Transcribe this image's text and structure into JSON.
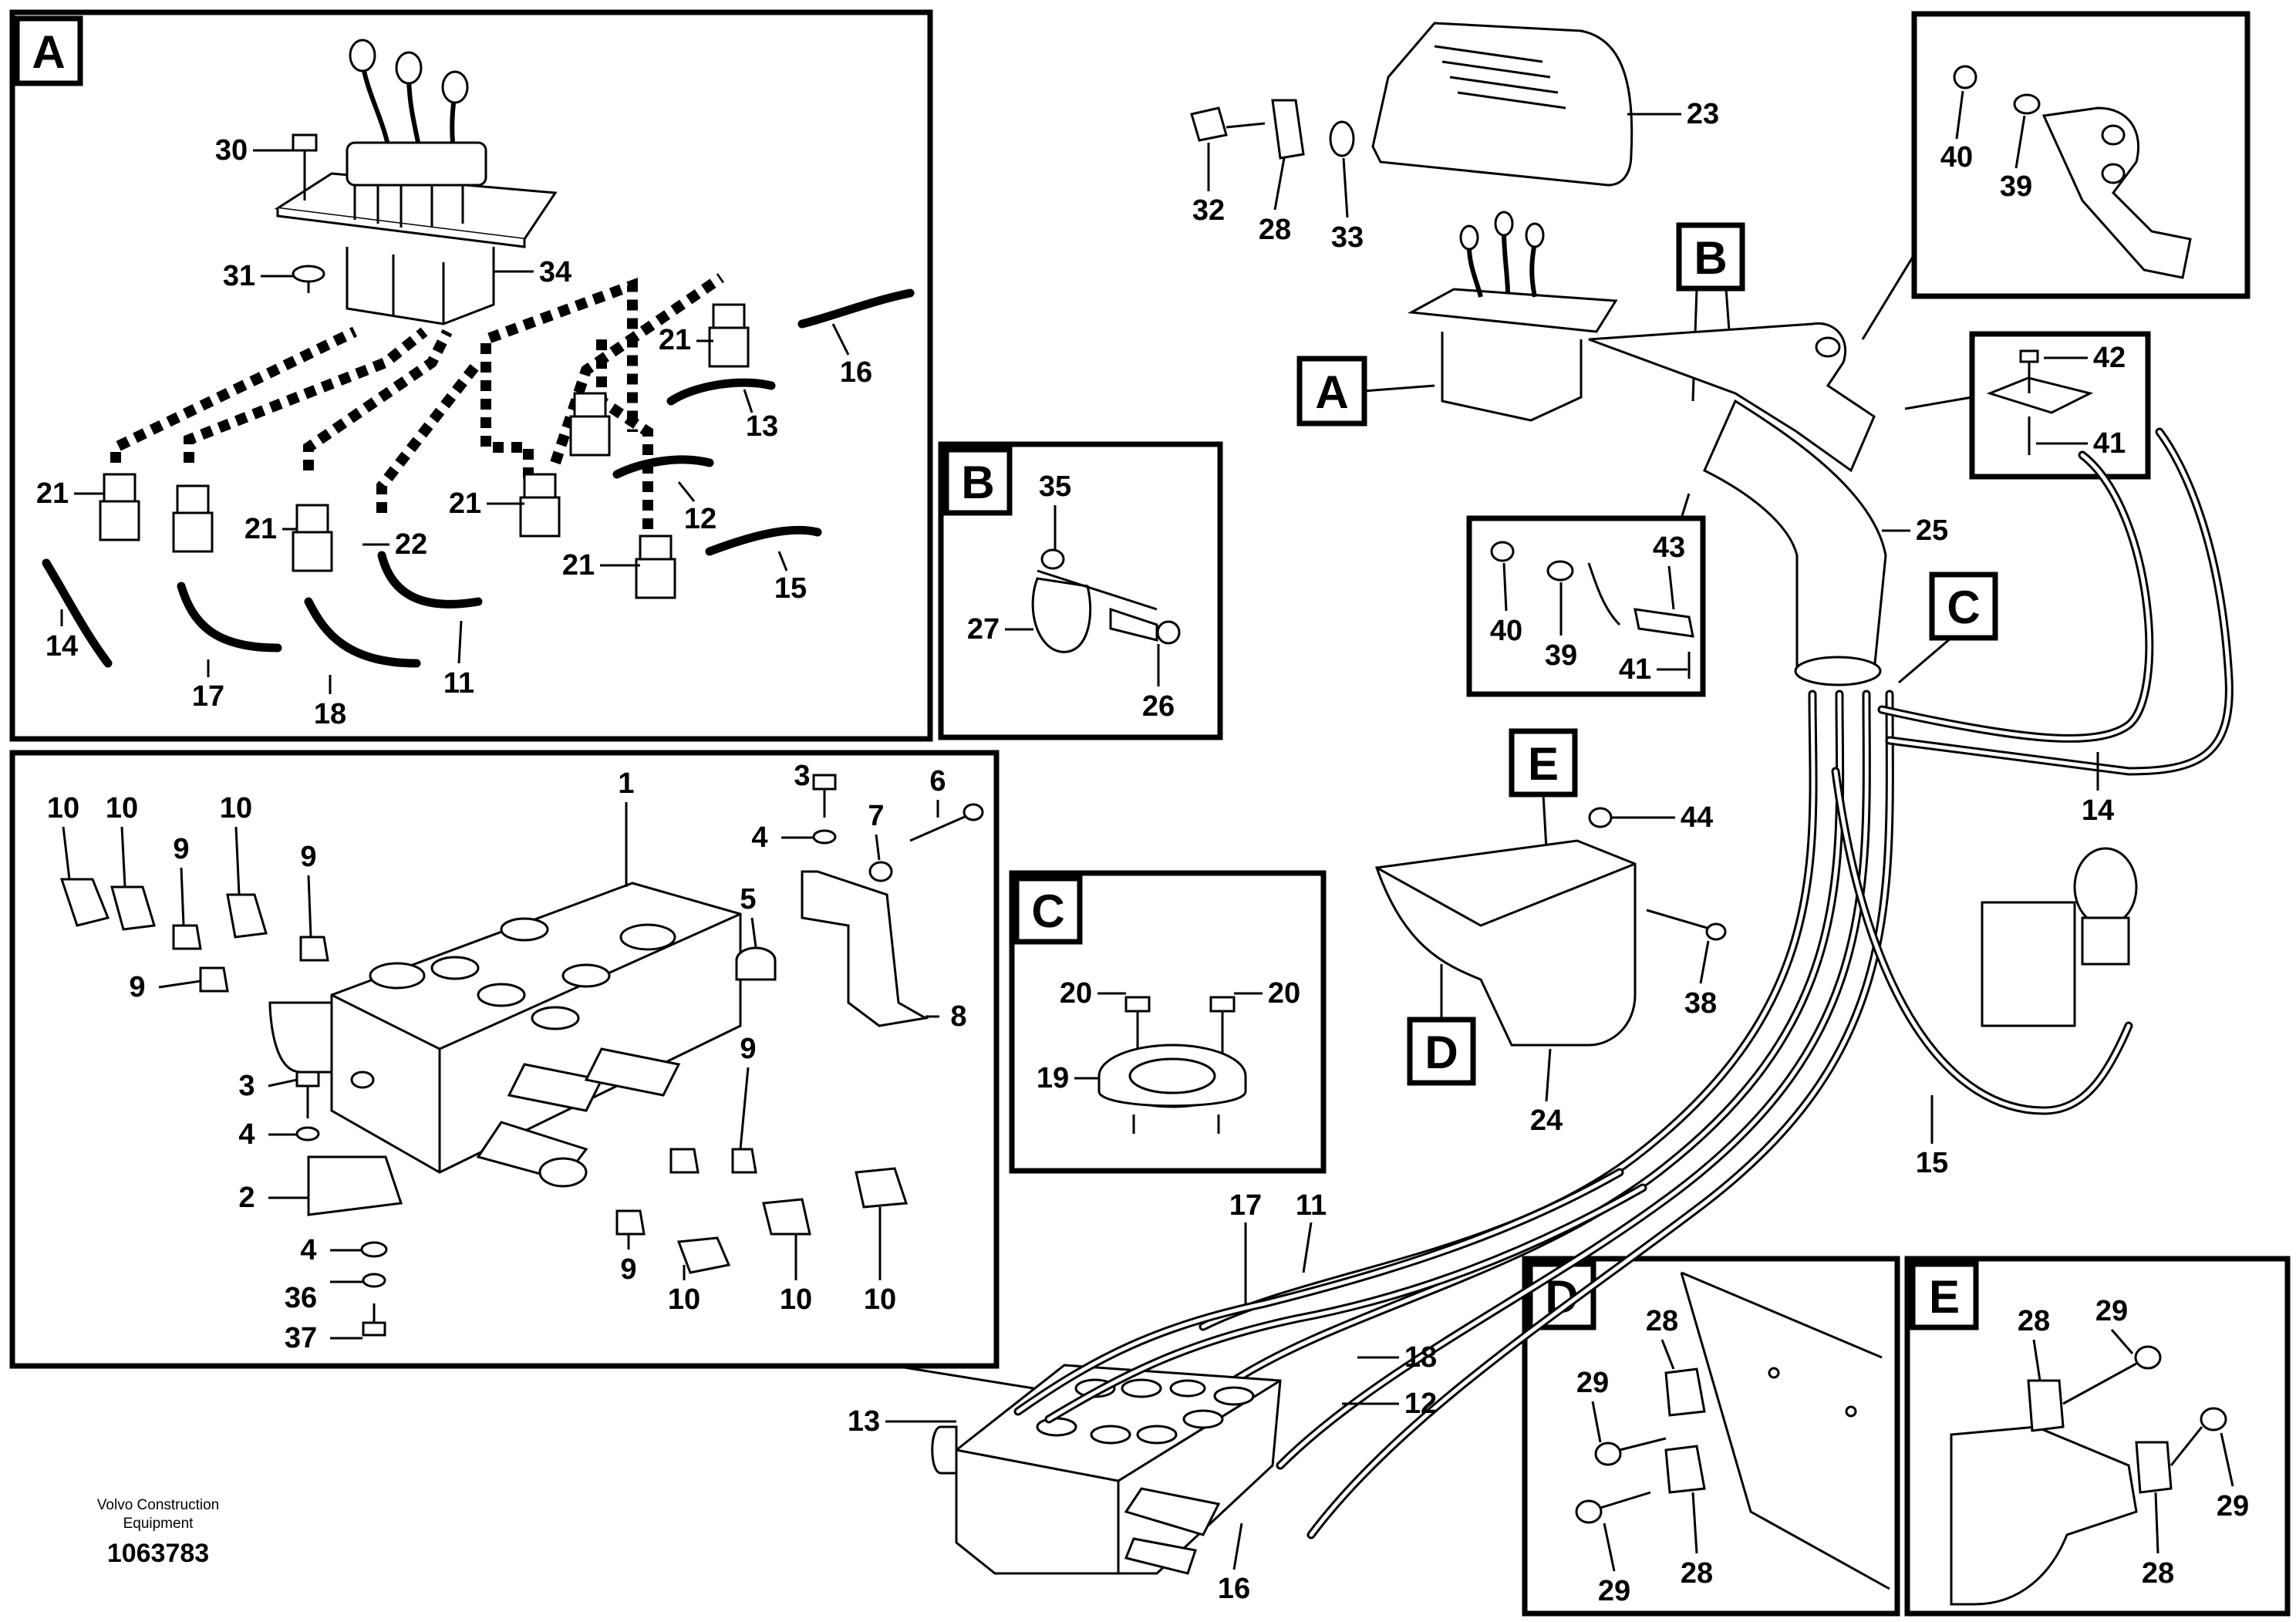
{
  "callouts": {
    "A": "A",
    "B": "B",
    "C": "C",
    "D": "D",
    "E": "E"
  },
  "parts": {
    "p1": "1",
    "p2": "2",
    "p3": "3",
    "p4": "4",
    "p5": "5",
    "p6": "6",
    "p7": "7",
    "p8": "8",
    "p9": "9",
    "p10": "10",
    "p11": "11",
    "p12": "12",
    "p13": "13",
    "p14": "14",
    "p15": "15",
    "p16": "16",
    "p17": "17",
    "p18": "18",
    "p19": "19",
    "p20": "20",
    "p21": "21",
    "p22": "22",
    "p23": "23",
    "p24": "24",
    "p25": "25",
    "p26": "26",
    "p27": "27",
    "p28": "28",
    "p29": "29",
    "p30": "30",
    "p31": "31",
    "p32": "32",
    "p33": "33",
    "p34": "34",
    "p35": "35",
    "p36": "36",
    "p37": "37",
    "p38": "38",
    "p39": "39",
    "p40": "40",
    "p41": "41",
    "p42": "42",
    "p43": "43",
    "p44": "44"
  },
  "footer": {
    "maker_line1": "Volvo Construction",
    "maker_line2": "Equipment",
    "drawing_number": "1063783"
  }
}
